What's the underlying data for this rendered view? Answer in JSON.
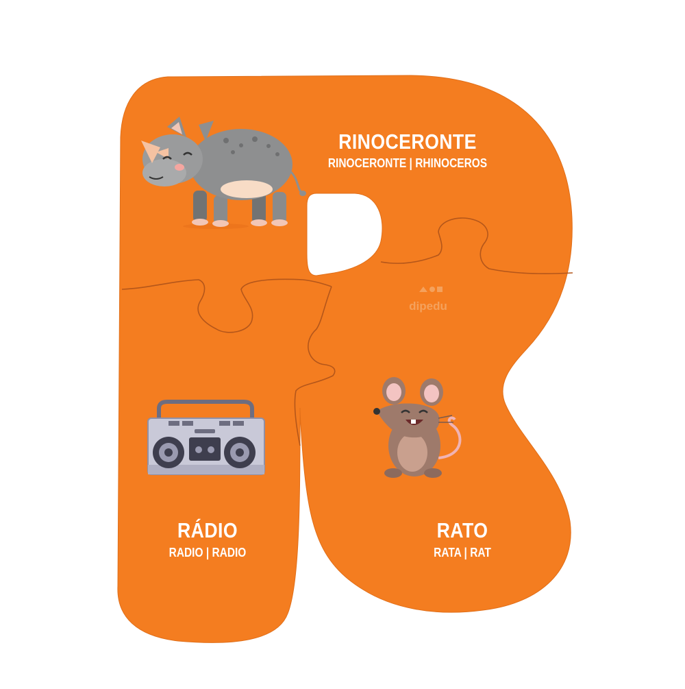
{
  "puzzle": {
    "letter_color": "#f47d20",
    "background": "#ffffff",
    "brand": {
      "text": "dipedu"
    },
    "pieces": [
      {
        "word": "RINOCERONTE",
        "translations": "RINOCERONTE | RHINOCEROS",
        "icon": "rhinoceros-icon"
      },
      {
        "word": "RÁDIO",
        "translations": "RADIO | RADIO",
        "icon": "boombox-radio-icon"
      },
      {
        "word": "RATO",
        "translations": "RATA | RAT",
        "icon": "mouse-icon"
      }
    ]
  }
}
